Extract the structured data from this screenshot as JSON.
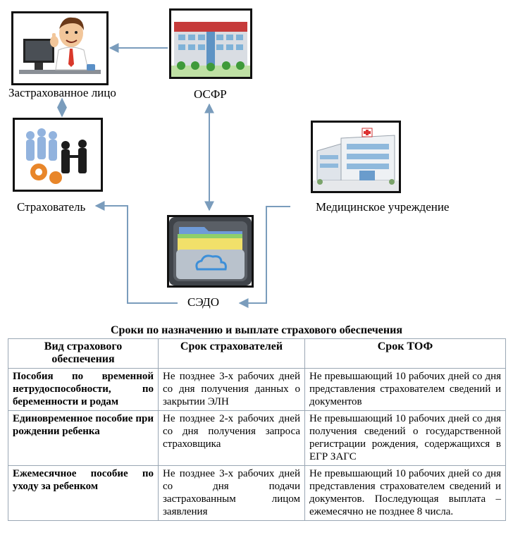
{
  "diagram": {
    "nodes": {
      "insured_person": "Застрахованное лицо",
      "osfr": "ОСФР",
      "policyholder": "Страхователь",
      "medical": "Медицинское учреждение",
      "sedo": "СЭДО"
    },
    "colors": {
      "arrow": "#7a9cbc",
      "frame": "#111111"
    }
  },
  "table": {
    "title": "Сроки по назначению и выплате страхового обеспечения",
    "headers": [
      "Вид страхового обеспечения",
      "Срок страхователей",
      "Срок ТОФ"
    ],
    "rows": [
      {
        "type": "Пособия по временной нетрудоспособности, по беременности и родам",
        "insurer_term": "Не позднее 3-х рабочих дней со дня получения данных о закрытии ЭЛН",
        "tof_term": "Не превышающий 10 рабочих дней со дня представления страхователем сведений и документов"
      },
      {
        "type": "Единовременное пособие при рождении ребенка",
        "insurer_term": "Не позднее 2-х рабочих дней со дня получения запроса страховщика",
        "tof_term": "Не превышающий 10 рабочих дней со дня получения сведений о государственной регистрации рождения, содержащихся в ЕГР ЗАГС"
      },
      {
        "type": "Ежемесячное пособие по уходу за ребенком",
        "insurer_term": "Не позднее 3-х рабочих дней со дня подачи застрахованным лицом заявления",
        "tof_term": "Не превышающий 10 рабочих дней со дня представления страхователем сведений и документов. Последующая выплата – ежемесячно не позднее 8 числа."
      }
    ]
  }
}
